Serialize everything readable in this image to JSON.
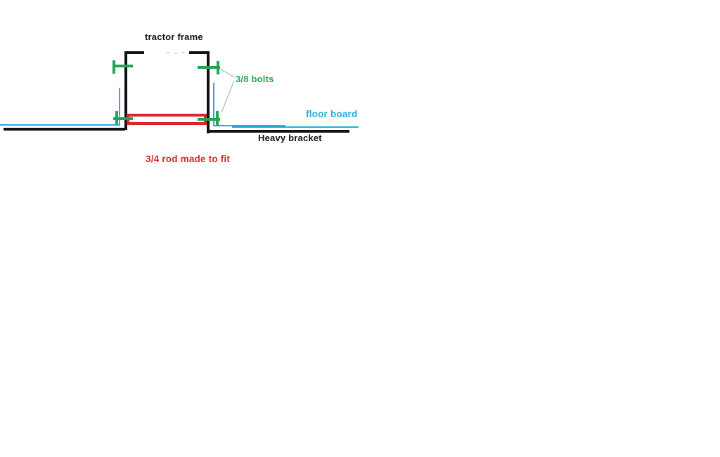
{
  "labels": {
    "tractor_frame": "tractor frame",
    "bolts": "3/8 bolts",
    "floor_board": "floor board",
    "heavy_bracket": "Heavy bracket",
    "rod": "3/4 rod made to fit"
  },
  "colors": {
    "background": "#ffffff",
    "frame_black": "#111111",
    "bolt_green": "#23a455",
    "board_blue": "#2aa9e0",
    "rod_red": "#d9252b",
    "leader_gray": "#a9b9a9",
    "faint_mark_gray": "#d8d8d8"
  }
}
